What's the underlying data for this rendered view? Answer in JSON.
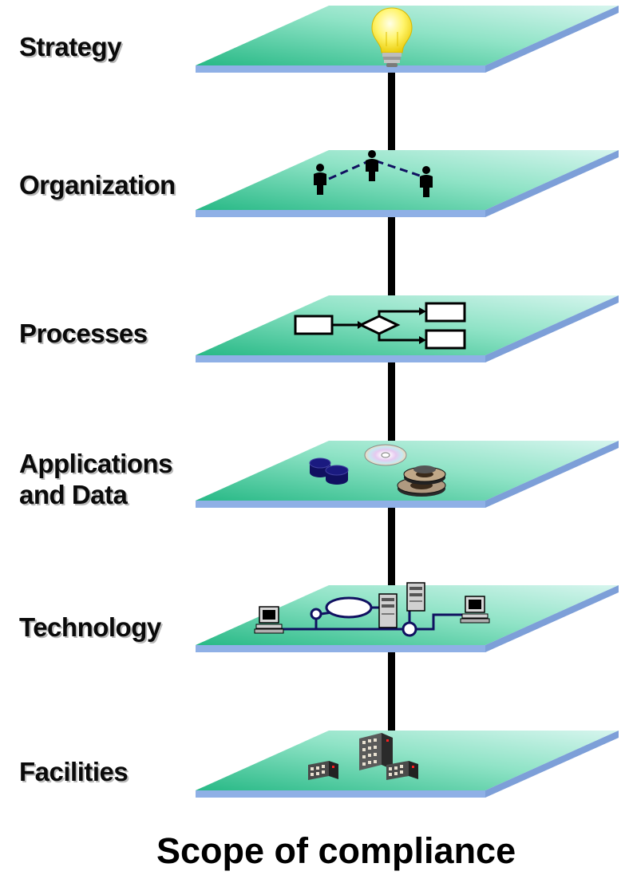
{
  "title": "Scope of compliance",
  "layers": [
    {
      "label": "Strategy",
      "icon": "lightbulb-icon"
    },
    {
      "label": "Organization",
      "icon": "people-network-icon"
    },
    {
      "label": "Processes",
      "icon": "process-flow-icon"
    },
    {
      "label": "Applications",
      "label2": "and Data",
      "icon": "data-storage-icon"
    },
    {
      "label": "Technology",
      "icon": "network-computers-icon"
    },
    {
      "label": "Facilities",
      "icon": "buildings-icon"
    }
  ],
  "colors": {
    "plane_light": "#c8f0e4",
    "plane_dark": "#2fc08a",
    "plane_edge": "#8fb0e6",
    "connector": "#000000",
    "network_line": "#101060"
  }
}
